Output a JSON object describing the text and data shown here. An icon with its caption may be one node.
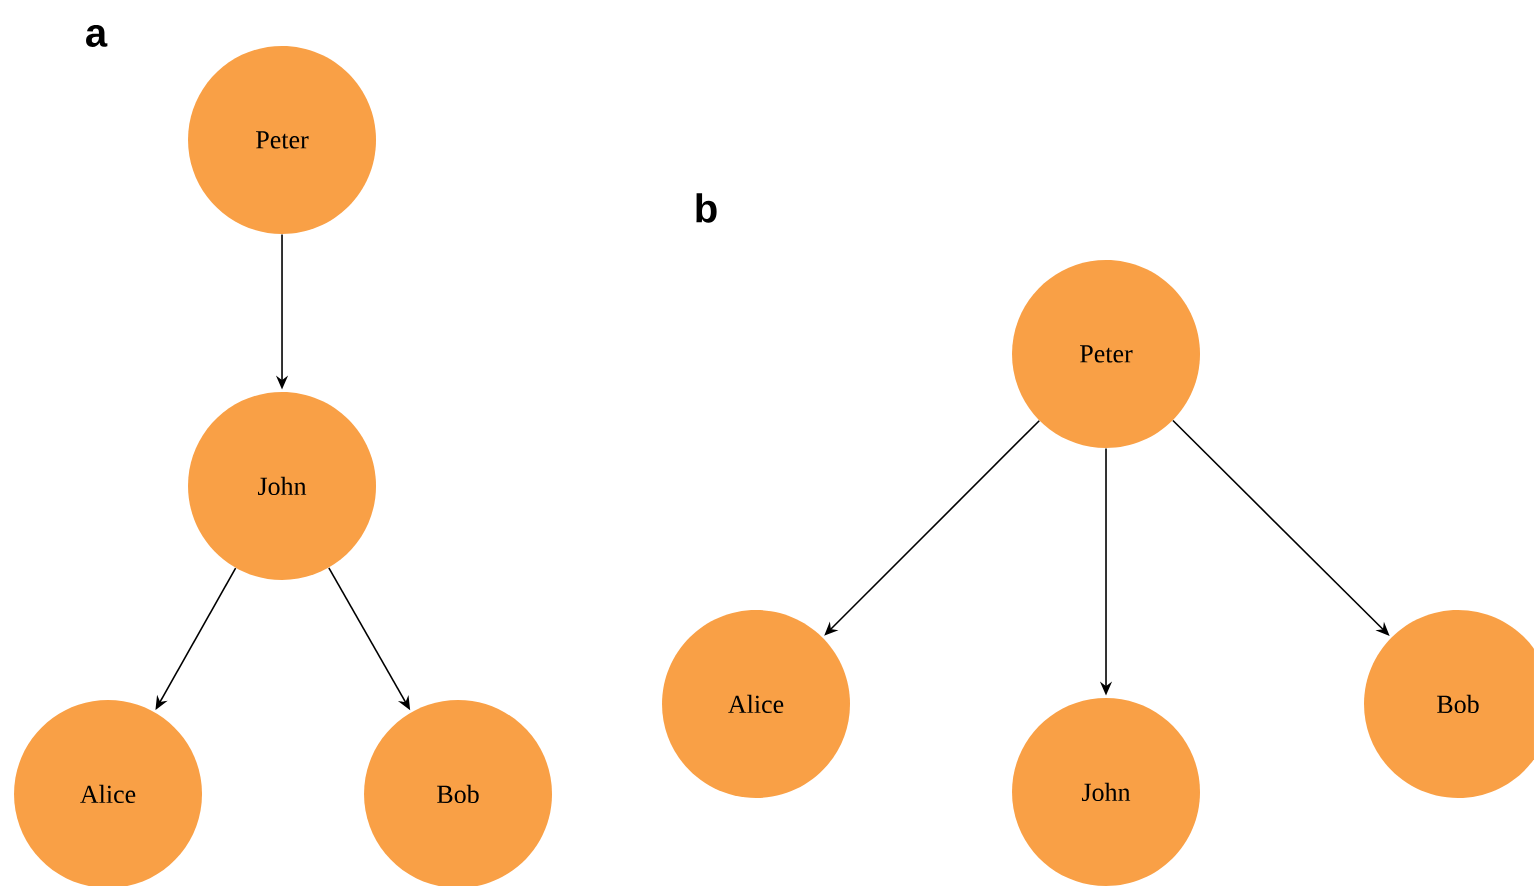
{
  "diagram": {
    "nodes": [
      {
        "text": [
          "Peter"
        ]
      },
      {
        "text": [
          "John"
        ]
      },
      {
        "text": [
          "Alice"
        ]
      },
      {
        "text": [
          "Bob"
        ]
      },
      {
        "text": [
          "Peter"
        ]
      },
      {
        "text": [
          "Alice"
        ]
      },
      {
        "text": [
          "John"
        ]
      },
      {
        "text": [
          "Bob"
        ]
      }
    ],
    "edges": [
      {
        "from": 0,
        "to": 1,
        "arrow": "to"
      },
      {
        "from": 1,
        "to": 2,
        "arrow": "to"
      },
      {
        "from": 1,
        "to": 3,
        "arrow": "to"
      },
      {
        "from": 4,
        "to": 5,
        "arrow": "to"
      },
      {
        "from": 4,
        "to": 6,
        "arrow": "to"
      },
      {
        "from": 4,
        "to": 7,
        "arrow": "to"
      }
    ],
    "labels": [
      "a",
      "b"
    ]
  }
}
